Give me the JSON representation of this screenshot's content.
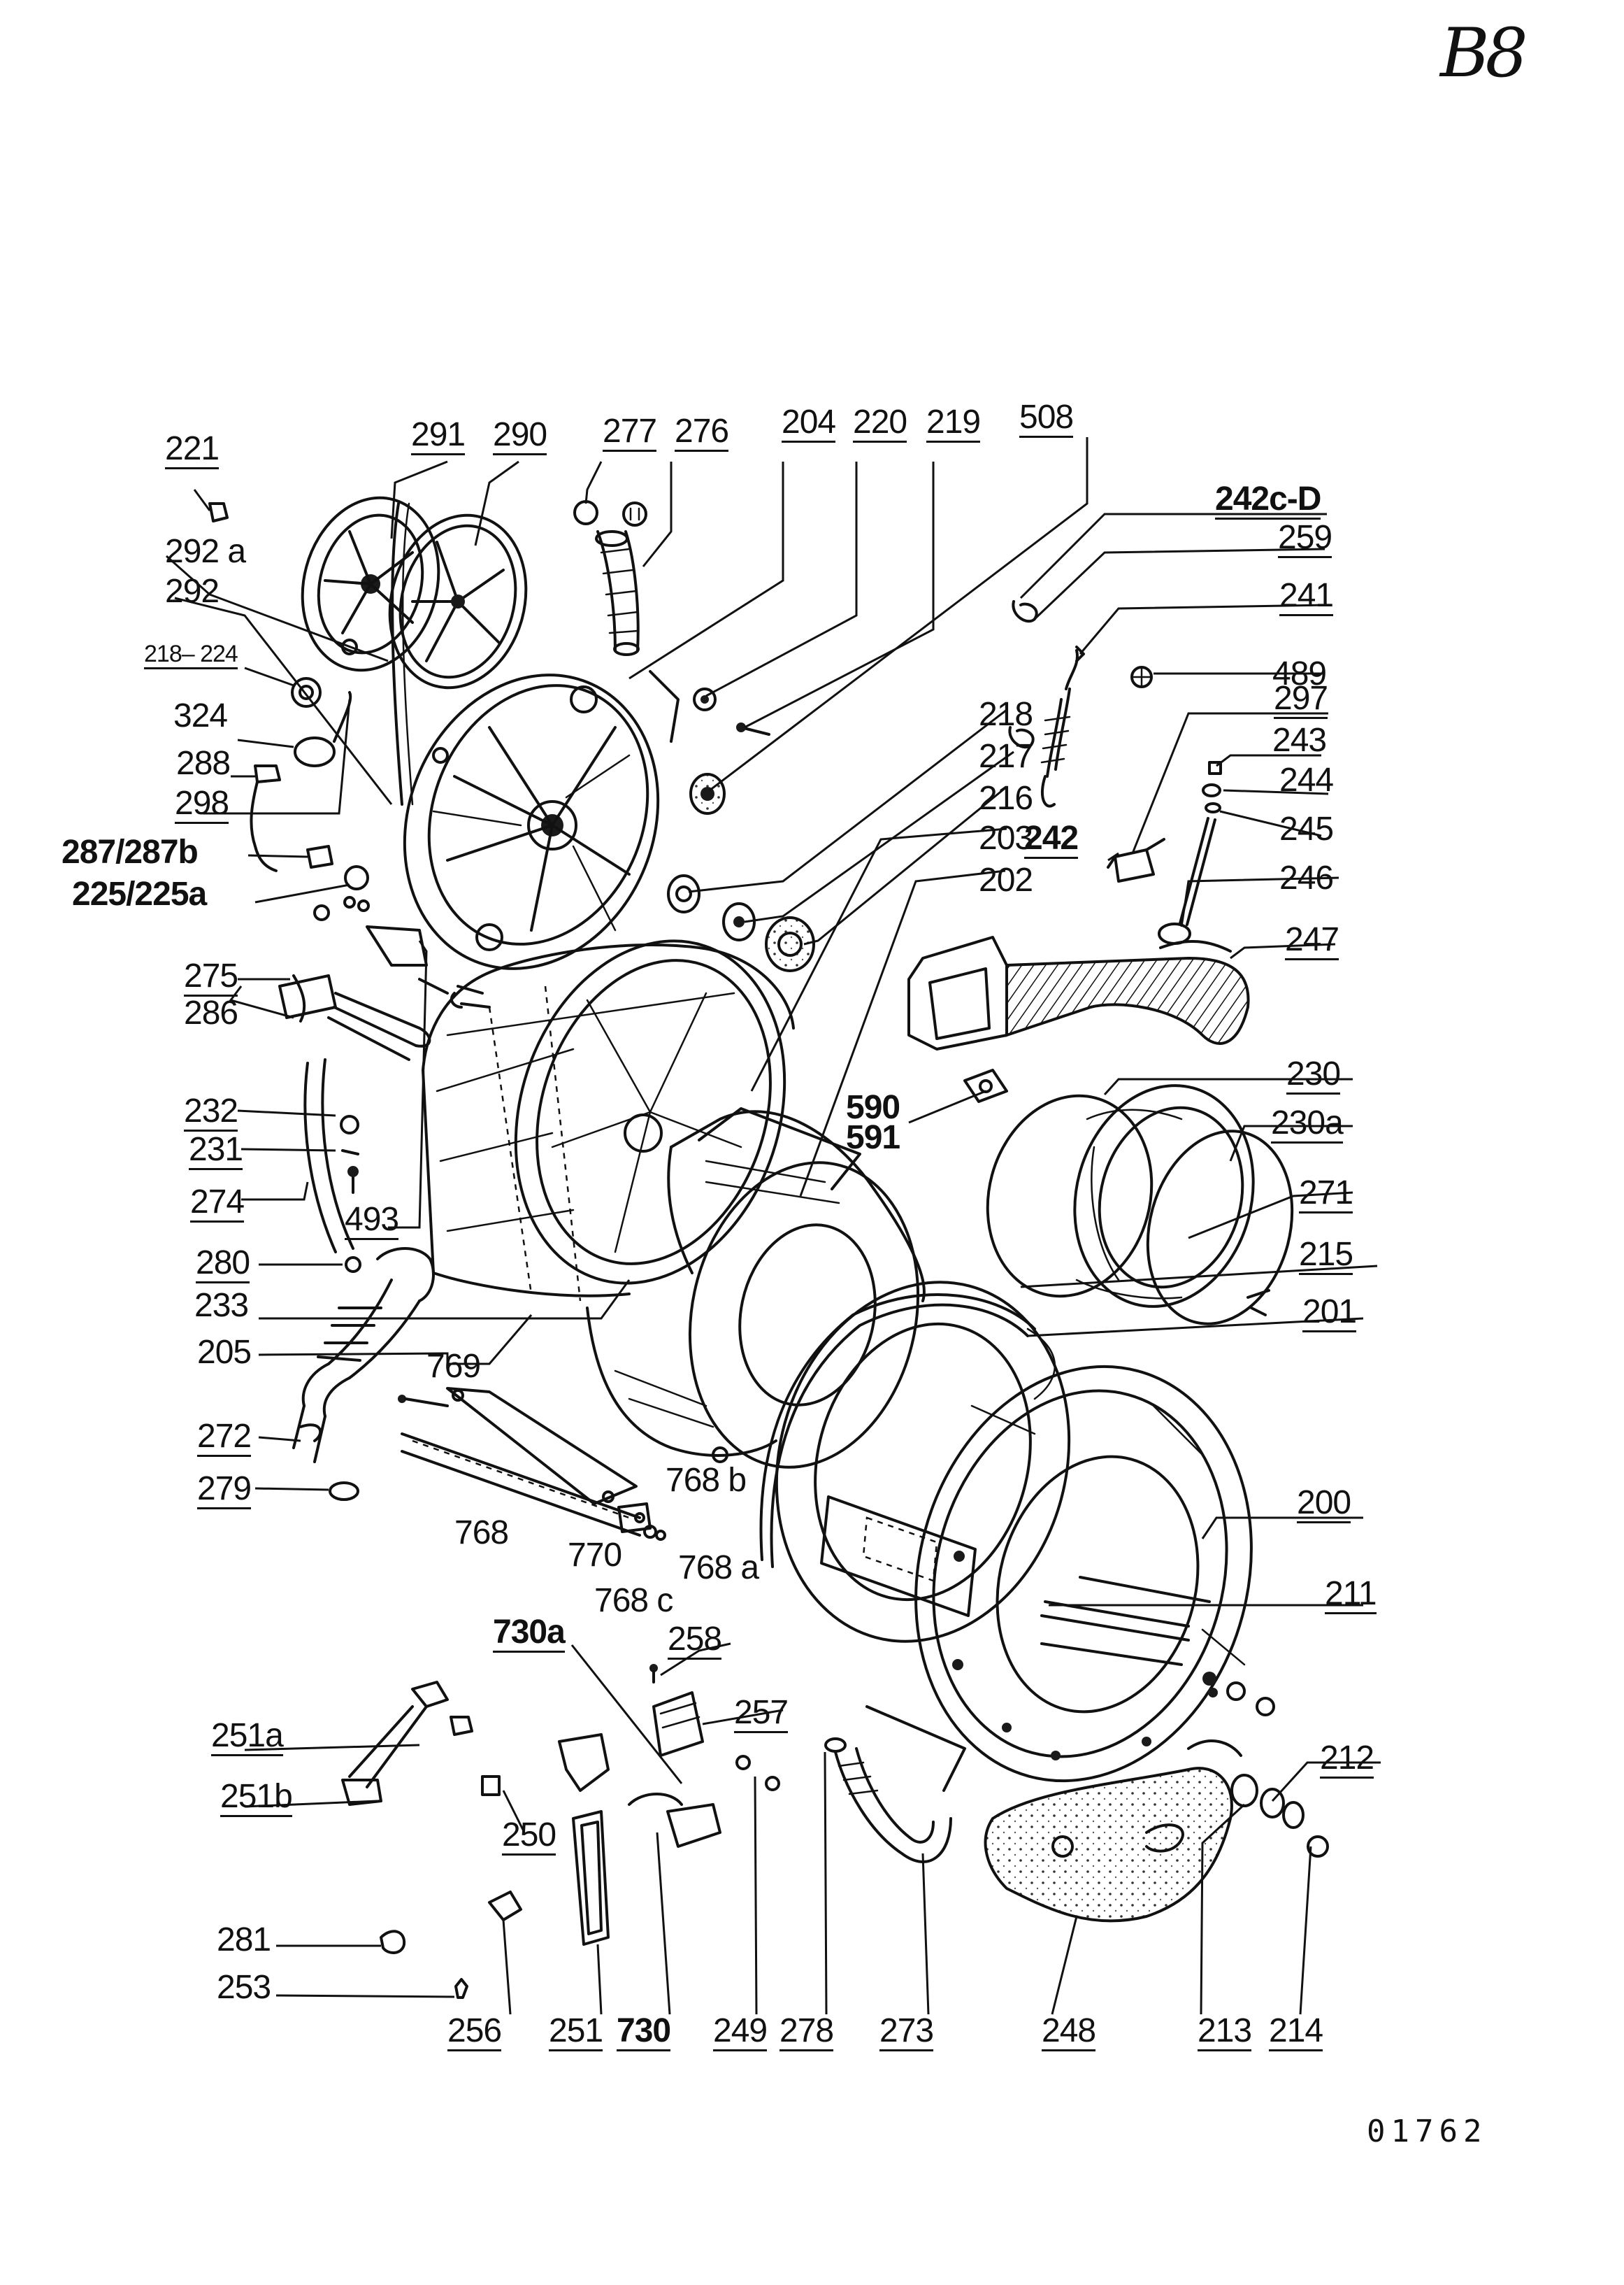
{
  "page_mark": "B8",
  "sheet_number": "01762",
  "part_numbers": {
    "p221": "221",
    "p291": "291",
    "p290": "290",
    "p277": "277",
    "p276": "276",
    "p204": "204",
    "p220": "220",
    "p219": "219",
    "p508": "508",
    "p242cd": "242c-D",
    "p259": "259",
    "p241": "241",
    "p489": "489",
    "p297": "297",
    "p243": "243",
    "p244": "244",
    "p245": "245",
    "p246": "246",
    "p247": "247",
    "p292a": "292 a",
    "p292": "292",
    "p218_224": "218– 224",
    "p324": "324",
    "p288": "288",
    "p298": "298",
    "p287": "287/287b",
    "p225": "225/225a",
    "p218": "218",
    "p217": "217",
    "p216": "216",
    "p203": "203",
    "p202": "202",
    "p242": "242",
    "p275": "275",
    "p286": "286",
    "p232": "232",
    "p231": "231",
    "p274": "274",
    "p493": "493",
    "p280": "280",
    "p233": "233",
    "p205": "205",
    "p769": "769",
    "p272": "272",
    "p279": "279",
    "p768": "768",
    "p770": "770",
    "p768b": "768 b",
    "p768a": "768 a",
    "p768c": "768 c",
    "p590": "590",
    "p591": "591",
    "p230": "230",
    "p230a": "230a",
    "p271": "271",
    "p215": "215",
    "p201": "201",
    "p200": "200",
    "p211": "211",
    "p212": "212",
    "p730a": "730a",
    "p258": "258",
    "p257": "257",
    "p251a": "251a",
    "p251b": "251b",
    "p250": "250",
    "p281": "281",
    "p253": "253",
    "p256": "256",
    "p251": "251",
    "p730": "730",
    "p249": "249",
    "p278": "278",
    "p273": "273",
    "p248": "248",
    "p213": "213",
    "p214": "214"
  }
}
